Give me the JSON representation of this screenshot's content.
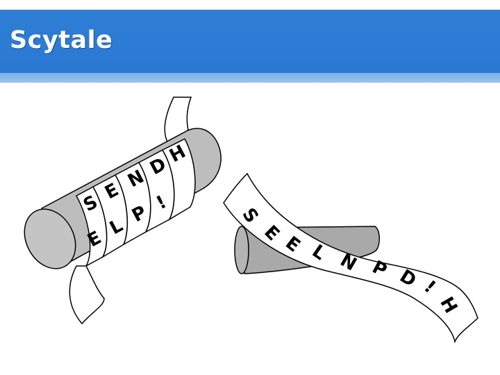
{
  "slide": {
    "title": "Scytale"
  },
  "scytale_wrapped": {
    "row1": [
      "S",
      "E",
      "N",
      "D",
      "H"
    ],
    "row2": [
      "E",
      "L",
      "P",
      "!"
    ]
  },
  "scytale_strip": {
    "letters": [
      "S",
      "E",
      "E",
      "L",
      "N",
      "P",
      "D",
      "!",
      "H"
    ]
  },
  "colors": {
    "title_bar": "#2a78d2",
    "rod": "#bdbdbd",
    "strip": "#ffffff",
    "outline": "#000000"
  }
}
